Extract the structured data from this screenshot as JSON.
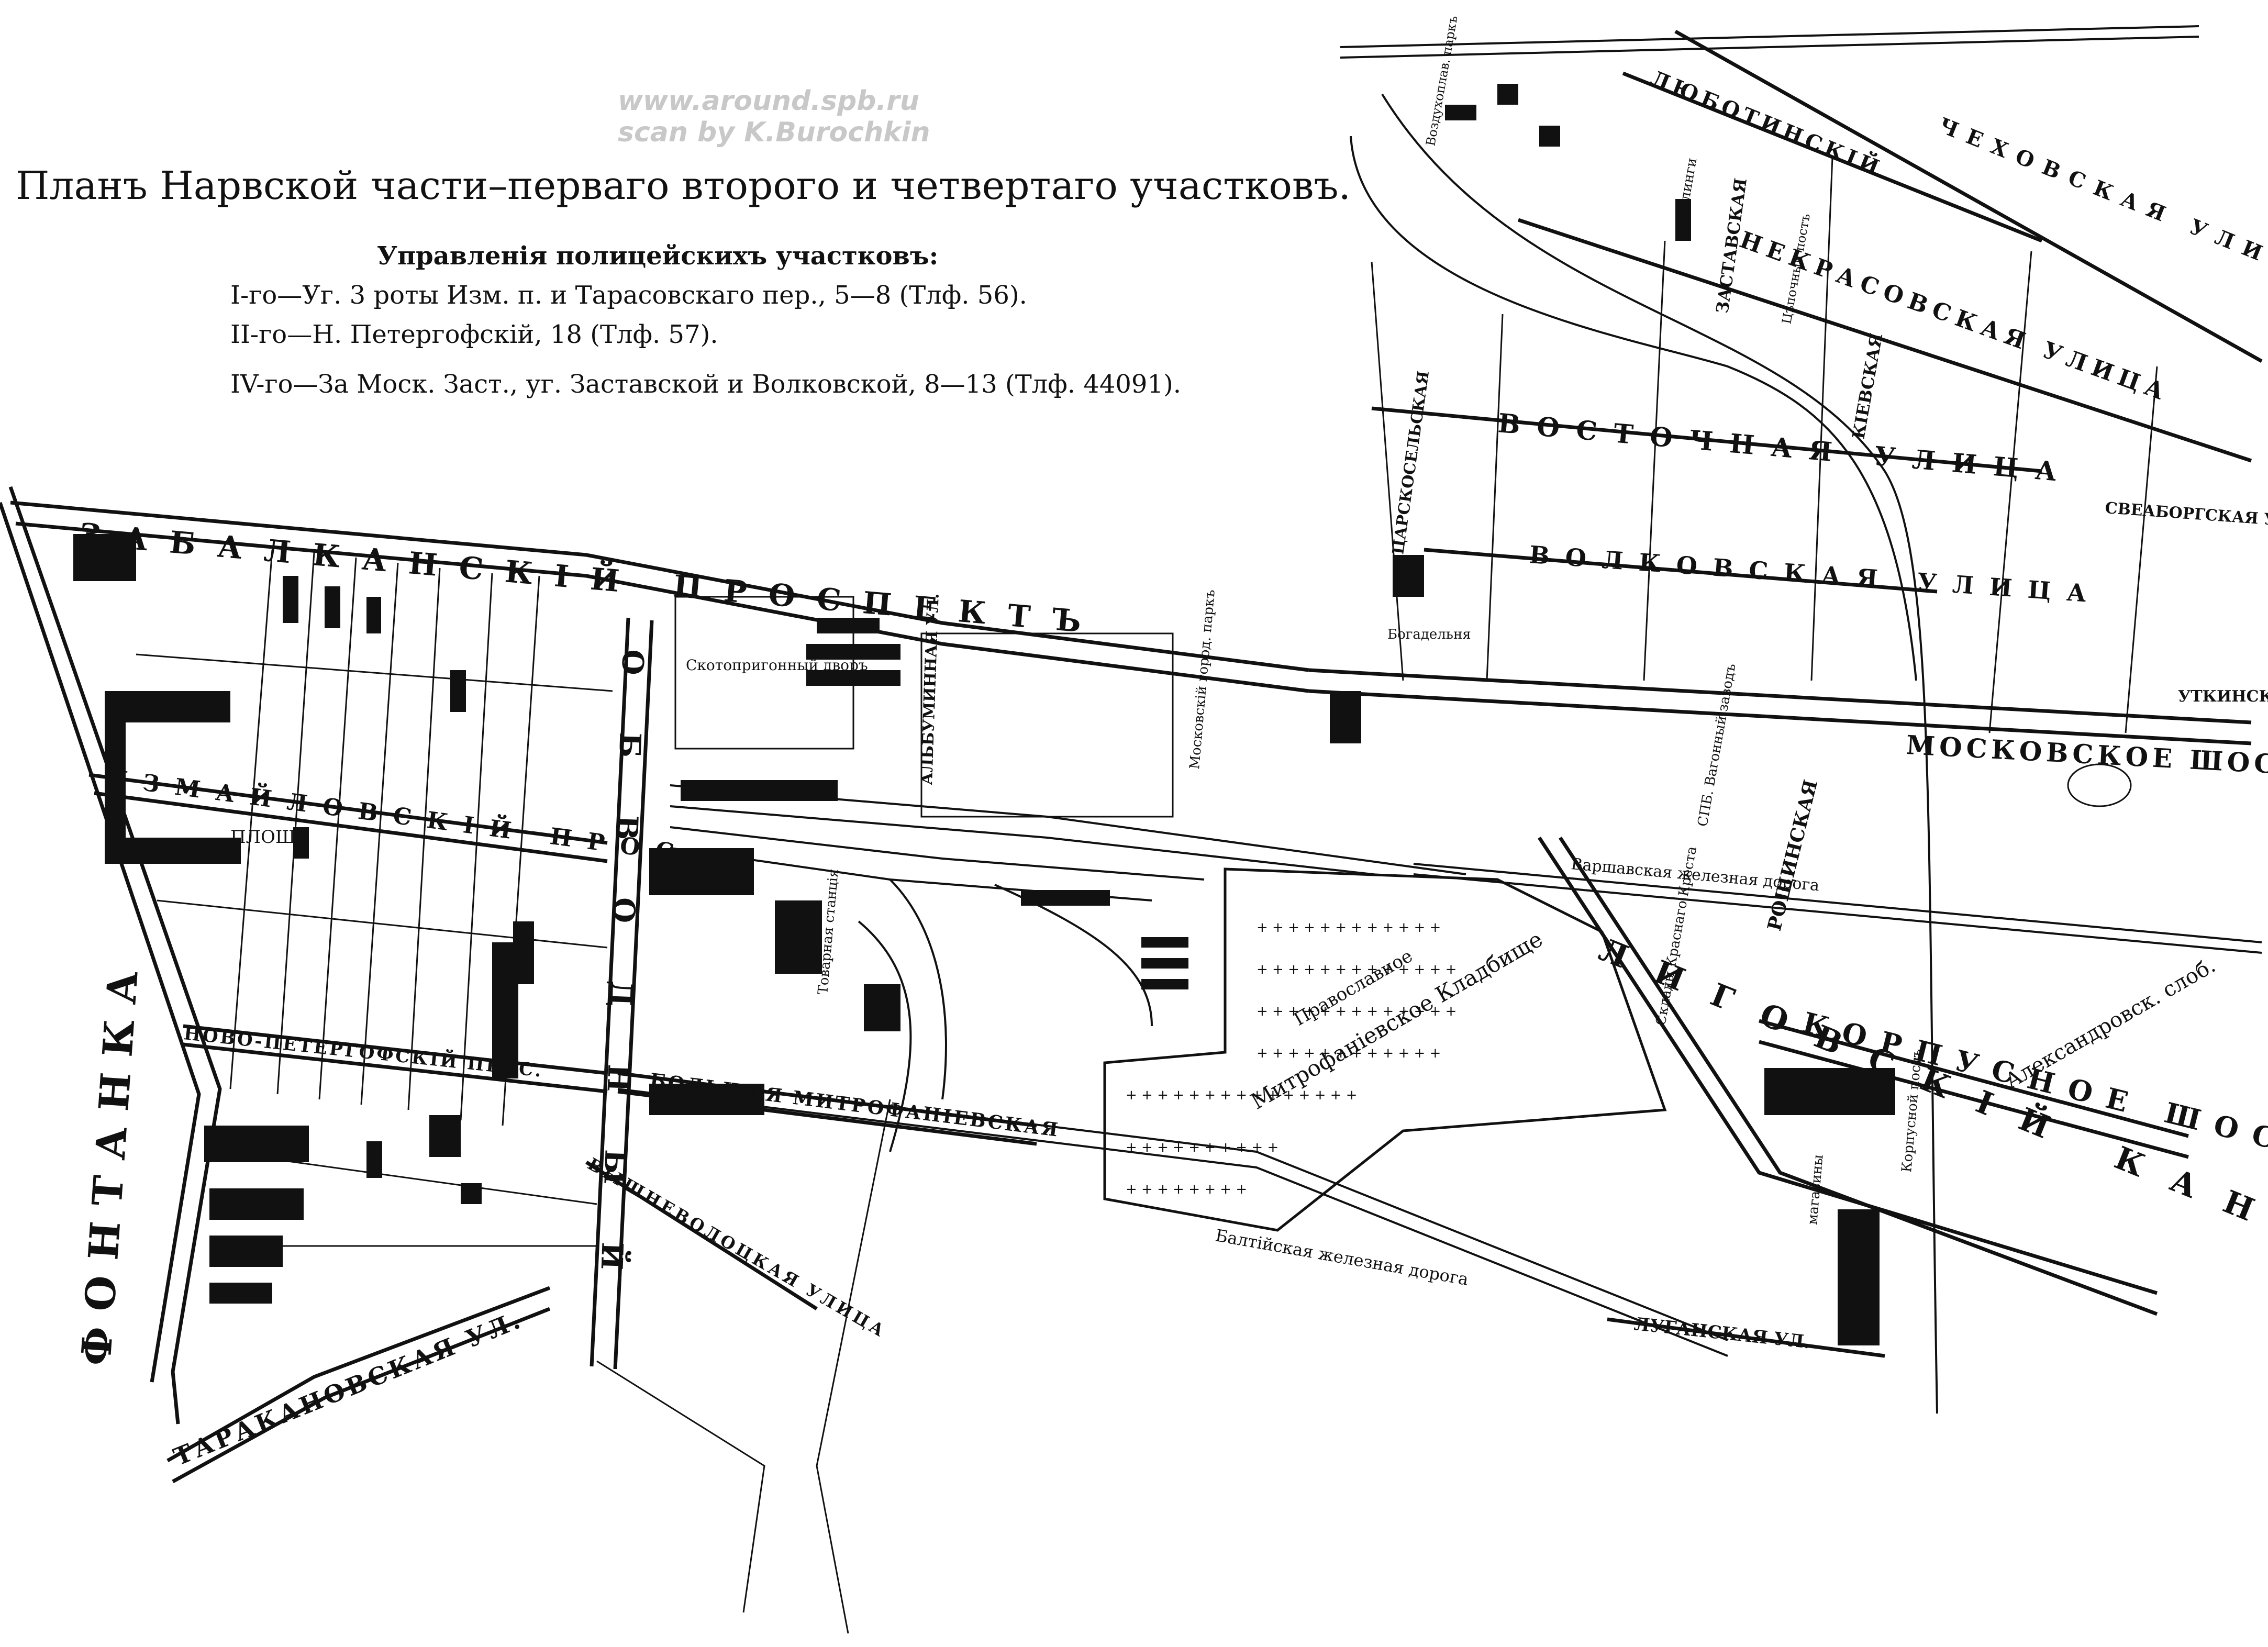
{
  "watermark": {
    "line1": "www.around.spb.ru",
    "line2": "scan by K.Burochkin"
  },
  "title": "Планъ Нарвской части–перваго второго и четвертаго участковъ.",
  "header": {
    "heading": "Управленія полицейскихъ участковъ:",
    "lines": [
      "I-го—Уг. 3 роты Изм. п. и Тарасовскаго пер., 5—8 (Тлф. 56).",
      "II-го—Н. Петергофскій, 18 (Тлф. 57).",
      "IV-го—За Моск. Заст., уг. Заставской и Волковской, 8—13 (Тлф. 44091)."
    ]
  },
  "streets": {
    "obvodny": "ОБВОДНЫЙ",
    "izmailovsky": "ИЗМАЙЛОВСКІЙ ПРОС.",
    "fontanka": "ФОНТАНКА",
    "novo_petergofsky": "НОВО-ПЕТЕРГОФСКІЙ ПРОС.",
    "tarakanovskaya": "ТАРАКАНОВСКАЯ УЛ.",
    "zabalkansky": "ЗАБАЛКАНСКІЙ ПРОСПЕКТЪ",
    "moskovskoe_shosse": "МОСКОВСКОЕ ШОССЕ.",
    "korpusnoe_shosse": "КОРПУСНОЕ ШОССЕ",
    "ligovsky_kanal": "ЛИГОВСКІЙ КАНАЛЪ",
    "vostochnaya": "ВОСТОЧНАЯ УЛИЦА",
    "volkovskaya": "ВОЛКОВСКАЯ УЛИЦА",
    "nekrasovskaya": "НЕКРАСОВСКАЯ УЛИЦА",
    "lyubotinsky": "ЛЮБОТИНСКІЙ",
    "chekhovskaya": "ЧЕХОВСКАЯ УЛИЦА",
    "bolshaya_mitrofanievskaya": "БОЛЬШАЯ МИТРОФАНІЕВСКАЯ",
    "vyshnevolotskaya": "ВЫШНЕВОЛОЦКАЯ УЛИЦА",
    "lugansky": "ЛУГАНСКАЯ УЛ.",
    "albuminnaya": "АЛЬБУМИННАЯ УЛ.",
    "sveaborgskaya": "СВЕАБОРГСКАЯ УЛ.",
    "utkinskaya": "УТКИНСК.",
    "aleksandrovskaya_slob": "Александровск. слоб.",
    "zastavskaya": "ЗАСТАВСКАЯ",
    "kievskaya": "КІЕВСКАЯ",
    "roshchinskaya": "РОЩИНСКАЯ",
    "tsarskoselskaya": "ЦАРСКОСЕЛЬСКАЯ"
  },
  "labels": {
    "warsaw_railway": "Варшавская железная дорога",
    "baltic_railway": "Балтійская железная дорога",
    "cemetery": "Митрофаніевское Кладбище",
    "cemetery_branch": "Православное",
    "ploshchad": "ПЛОЩ.",
    "skotoprigonny": "Скотопригонный дворъ",
    "moskovsky_park": "Московскій город. паркъ",
    "sklady": "Склады Краснаго Креста",
    "magaziny": "магазины",
    "korpusnoy_post": "Корпусной постъ",
    "tsepnoy_post": "Цъпочный постъ",
    "vozdukhoplav": "Воздухоплав. паркъ",
    "ellingi": "Эллинги",
    "bogadelnya": "Богадельня",
    "tovarnaya": "Товарная станція",
    "vagonny": "СПБ. Вагонный заводъ"
  }
}
